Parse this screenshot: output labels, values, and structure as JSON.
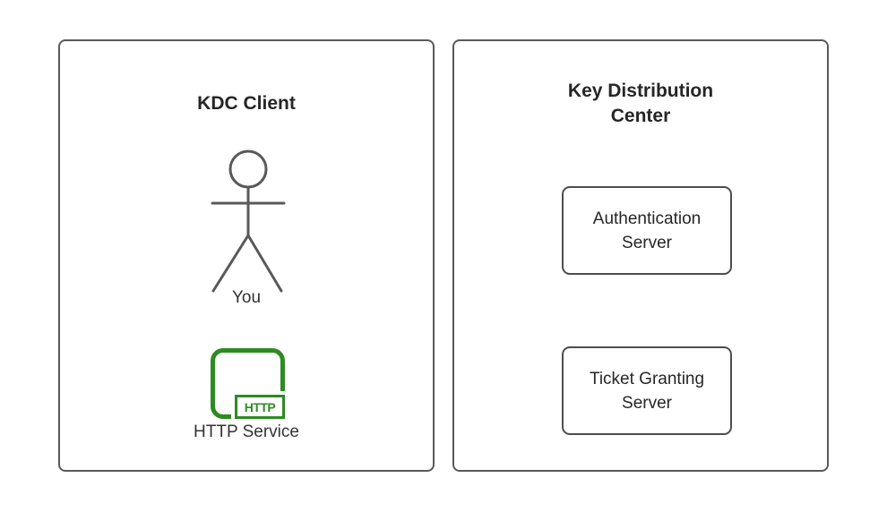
{
  "diagram": {
    "left_panel": {
      "title": "KDC Client",
      "actor_label": "You",
      "http_badge": "HTTP",
      "http_label": "HTTP Service"
    },
    "right_panel": {
      "title": "Key Distribution Center",
      "servers": [
        {
          "label": "Authentication Server"
        },
        {
          "label": "Ticket Granting Server"
        }
      ]
    },
    "colors": {
      "panel_border": "#595959",
      "box_border": "#4d4d4d",
      "text": "#262626",
      "green_accent": "#2e8b22",
      "background": "#ffffff"
    }
  }
}
